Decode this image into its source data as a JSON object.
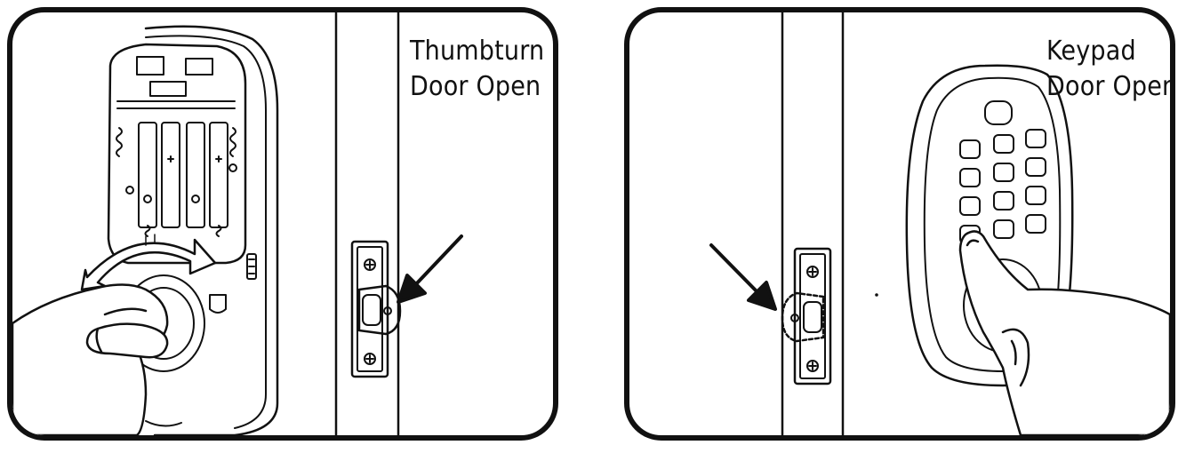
{
  "panels": [
    {
      "id": "thumbturn",
      "caption": [
        "Thumbturn",
        "Door Open"
      ]
    },
    {
      "id": "keypad",
      "caption": [
        "Keypad",
        "Door Open"
      ]
    }
  ],
  "colors": {
    "ink": "#111111",
    "background": "#ffffff"
  },
  "icons": [
    "curved-rotate-arrow-icon",
    "pointer-arrow-icon",
    "hand-icon",
    "strike-plate-icon",
    "keypad-icon"
  ]
}
